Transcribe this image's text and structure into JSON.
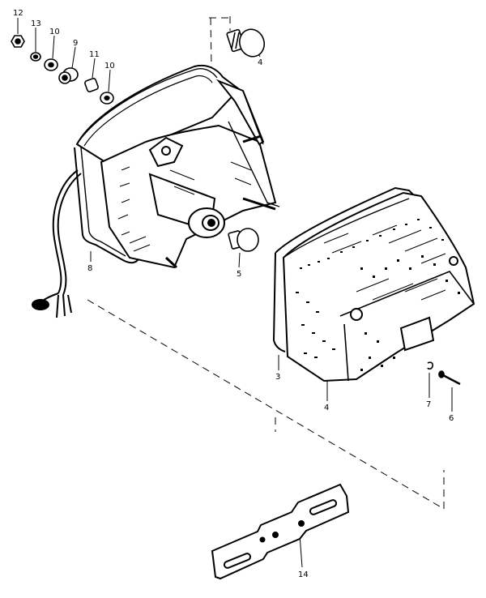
{
  "callouts": [
    {
      "id": "c12",
      "text": "12"
    },
    {
      "id": "c13",
      "text": "13"
    },
    {
      "id": "c10a",
      "text": "10"
    },
    {
      "id": "c9",
      "text": "9"
    },
    {
      "id": "c11",
      "text": "11"
    },
    {
      "id": "c10b",
      "text": "10"
    },
    {
      "id": "c4",
      "text": "4"
    },
    {
      "id": "c5",
      "text": "5"
    },
    {
      "id": "c8",
      "text": "8"
    },
    {
      "id": "c3",
      "text": "3"
    },
    {
      "id": "c4b",
      "text": "4"
    },
    {
      "id": "c7",
      "text": "7"
    },
    {
      "id": "c6",
      "text": "6"
    },
    {
      "id": "c14",
      "text": "14"
    }
  ],
  "colors": {
    "ink": "#000000",
    "paper": "#ffffff"
  }
}
